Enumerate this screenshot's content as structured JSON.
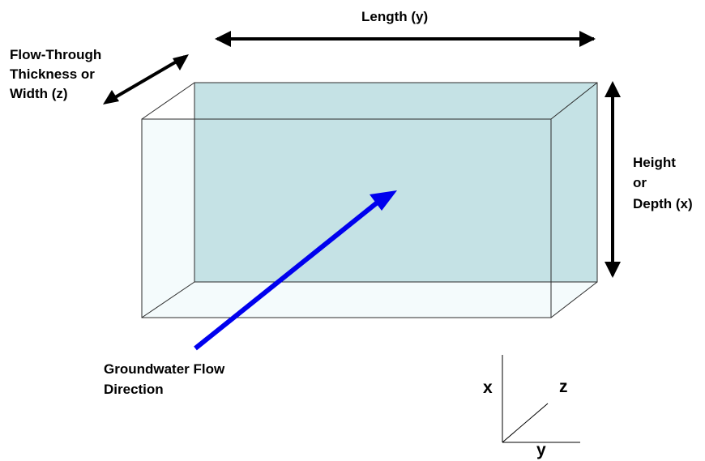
{
  "labels": {
    "length": "Length (y)",
    "thickness_line1": "Flow-Through",
    "thickness_line2": "Thickness or",
    "thickness_line3": "Width (z)",
    "height_line1": "Height",
    "height_line2": "or",
    "height_line3": "Depth (x)",
    "flow_line1": "Groundwater Flow",
    "flow_line2": "Direction"
  },
  "axes": {
    "x": "x",
    "y": "y",
    "z": "z"
  },
  "colors": {
    "back_face": "#c5e2e5",
    "front_face": "#f4fbfc",
    "box_edges": "#2b2b2b",
    "flow_arrow": "#0000ee",
    "dimension_arrows": "#000000"
  }
}
